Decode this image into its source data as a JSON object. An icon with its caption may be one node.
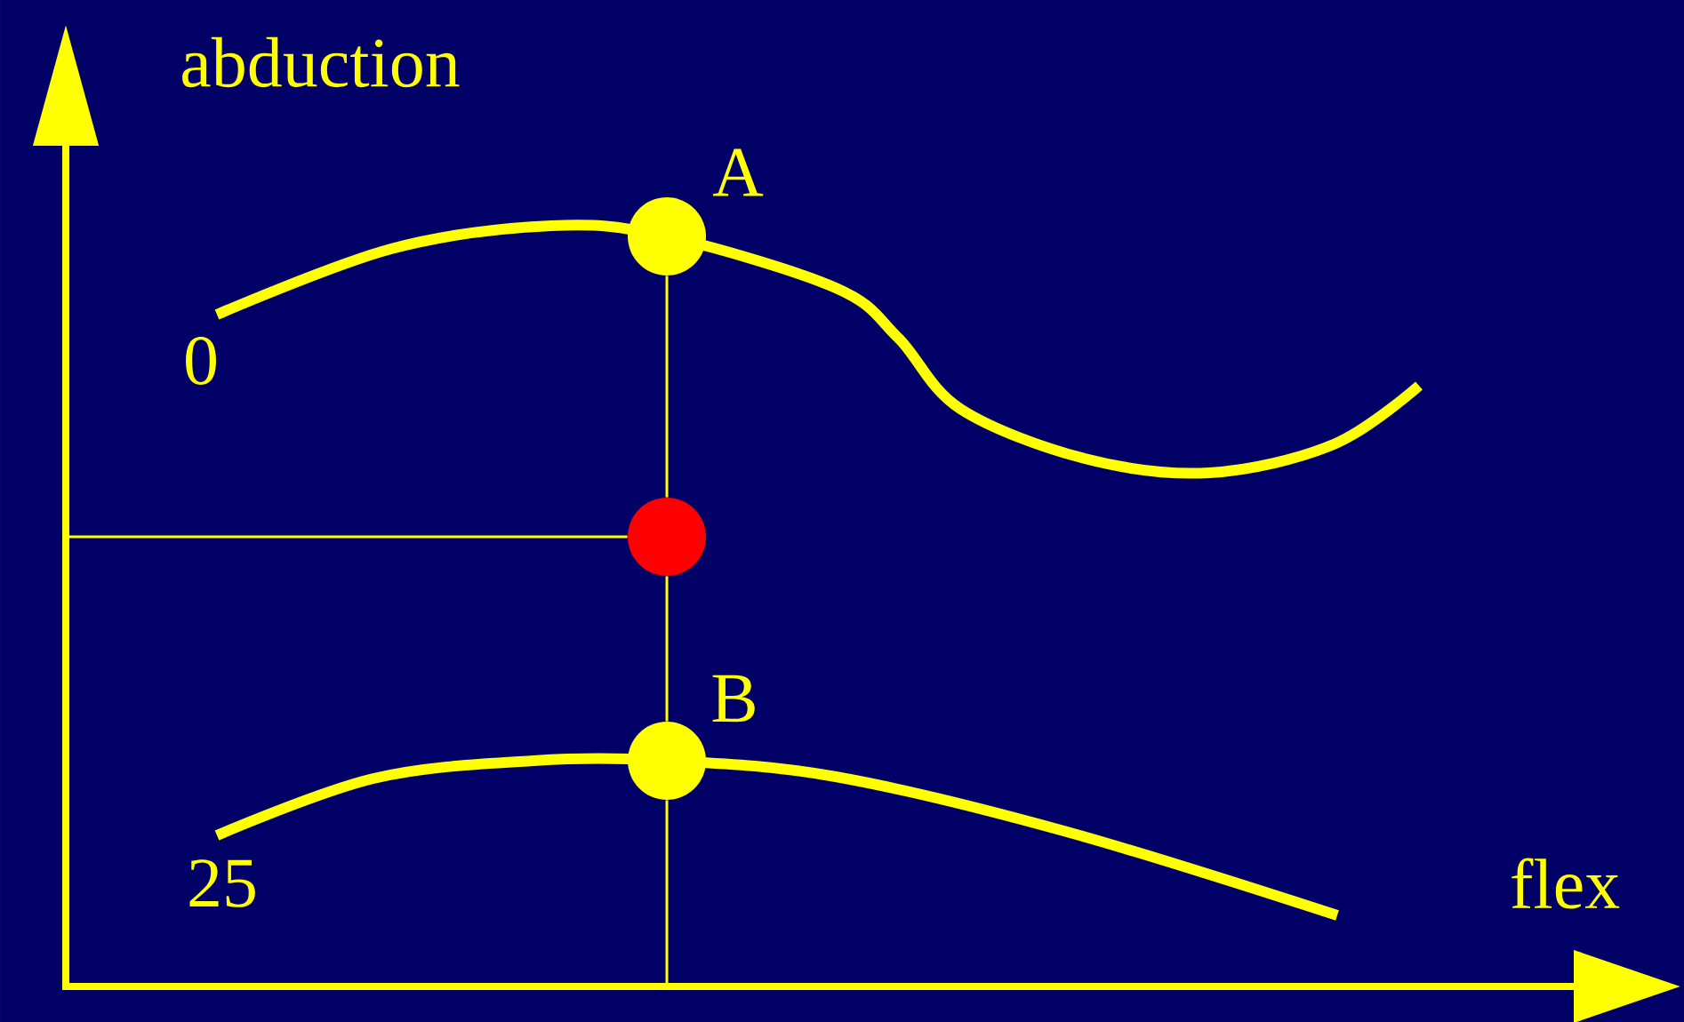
{
  "diagram": {
    "nodes": [
      {
        "text": [],
        "shape": "circle",
        "beside": [
          "A"
        ]
      },
      {
        "text": [],
        "shape": "circle"
      },
      {
        "text": [],
        "shape": "circle",
        "beside": [
          "B"
        ]
      }
    ],
    "edges": [
      {
        "from": 0,
        "to": 1,
        "arrow": "none"
      },
      {
        "from": 1,
        "to": 2,
        "arrow": "none"
      },
      {
        "from": 2,
        "to": null,
        "arrow": "none"
      },
      {
        "from": null,
        "to": 1,
        "arrow": "none"
      }
    ],
    "labels": [
      "abduction",
      "0",
      "25",
      "flex"
    ]
  }
}
